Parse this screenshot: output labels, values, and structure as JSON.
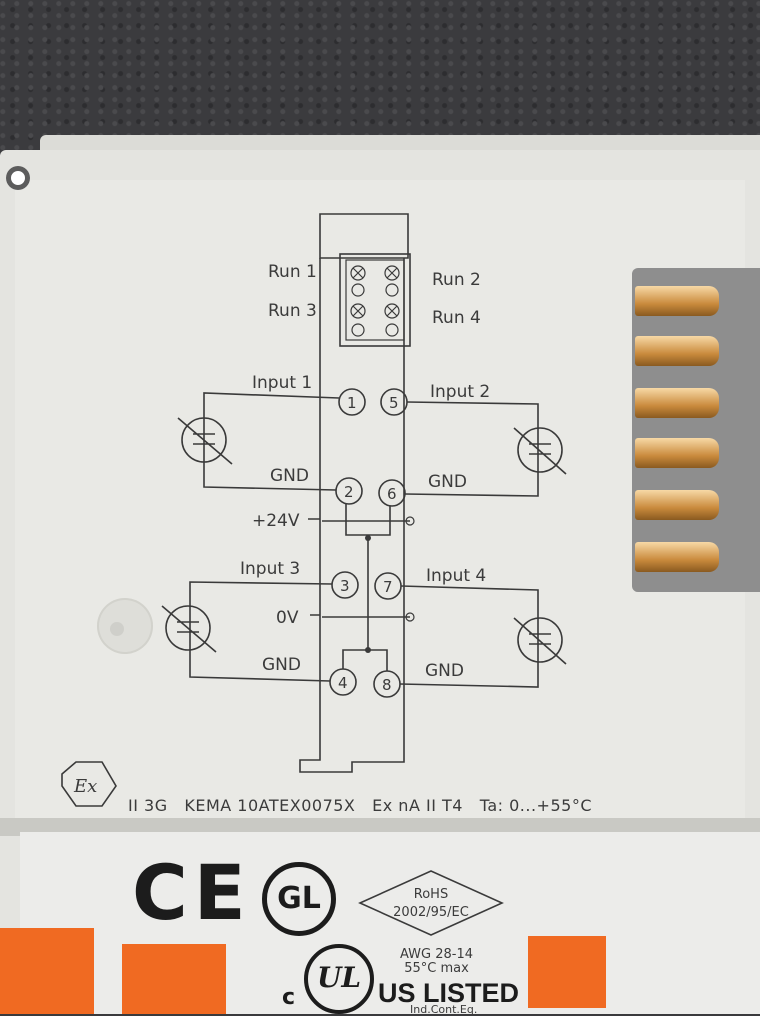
{
  "diagram": {
    "leds": {
      "run1": "Run 1",
      "run2": "Run 2",
      "run3": "Run 3",
      "run4": "Run 4"
    },
    "channels": {
      "input1": "Input 1",
      "input2": "Input 2",
      "input3": "Input 3",
      "input4": "Input 4",
      "gnd": "GND",
      "supply_24v": "+24V",
      "supply_0v": "0V"
    },
    "terminals": [
      "1",
      "5",
      "2",
      "6",
      "3",
      "7",
      "4",
      "8"
    ]
  },
  "certification": {
    "ex_logo": "Ex",
    "line": "II 3G   KEMA 10ATEX0075X   Ex nA II T4   Ta: 0...+55°C"
  },
  "marks": {
    "ce": "CE",
    "gl": "GL",
    "rohs_line1": "RoHS",
    "rohs_line2": "2002/95/EC",
    "ul_c": "c",
    "ul": "UL",
    "us_listed": "US LISTED",
    "awg_line1": "AWG 28-14",
    "awg_line2": "55°C max",
    "ind_cont": "Ind.Cont.Eq."
  },
  "colors": {
    "housing": "#e9e9e5",
    "terminal_orange": "#f06a22",
    "contacts": "#c98a3c"
  }
}
